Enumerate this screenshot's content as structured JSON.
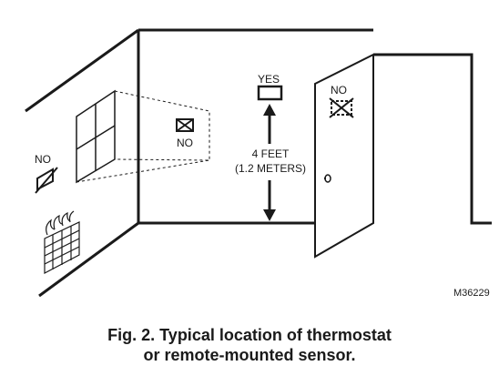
{
  "figure": {
    "labels": {
      "yes": "YES",
      "no_window": "NO",
      "no_door": "NO",
      "no_wall": "NO",
      "distance_feet": "4 FEET",
      "distance_meters": "(1.2 METERS)",
      "figure_code": "M36229"
    },
    "caption": {
      "line1": "Fig. 2. Typical location of thermostat",
      "line2": "or remote-mounted sensor."
    },
    "icons": {
      "good_location": "thermostat-icon",
      "bad_location": "crossed-out-thermostat-icon",
      "heat_source": "fireplace-icon",
      "door_knob": "door-knob-icon"
    }
  }
}
